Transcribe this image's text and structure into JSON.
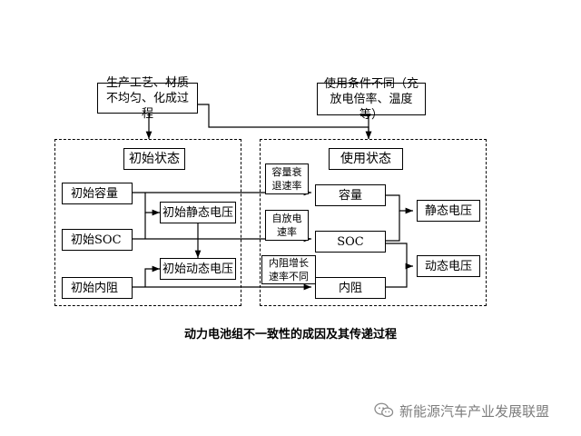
{
  "boxes": {
    "manufacturing": "生产工艺、材质不均匀、化成过程",
    "usage_conditions": "使用条件不同（充放电倍率、温度等）",
    "initial_state": "初始状态",
    "usage_state": "使用状态",
    "initial_capacity": "初始容量",
    "initial_soc": "初始SOC",
    "initial_resistance": "初始内阻",
    "initial_static_voltage": "初始静态电压",
    "initial_dynamic_voltage": "初始动态电压",
    "capacity": "容量",
    "soc": "SOC",
    "resistance": "内阻",
    "static_voltage": "静态电压",
    "dynamic_voltage": "动态电压"
  },
  "rate_labels": {
    "capacity_fade": "容量衰退速率",
    "self_discharge": "自放电速率",
    "resistance_growth": "内阻增长速率不同"
  },
  "caption": "动力电池组不一致性的成因及其传递过程",
  "watermark": "新能源汽车产业发展联盟",
  "icons": {
    "watermark_icon": "wechat-icon"
  }
}
